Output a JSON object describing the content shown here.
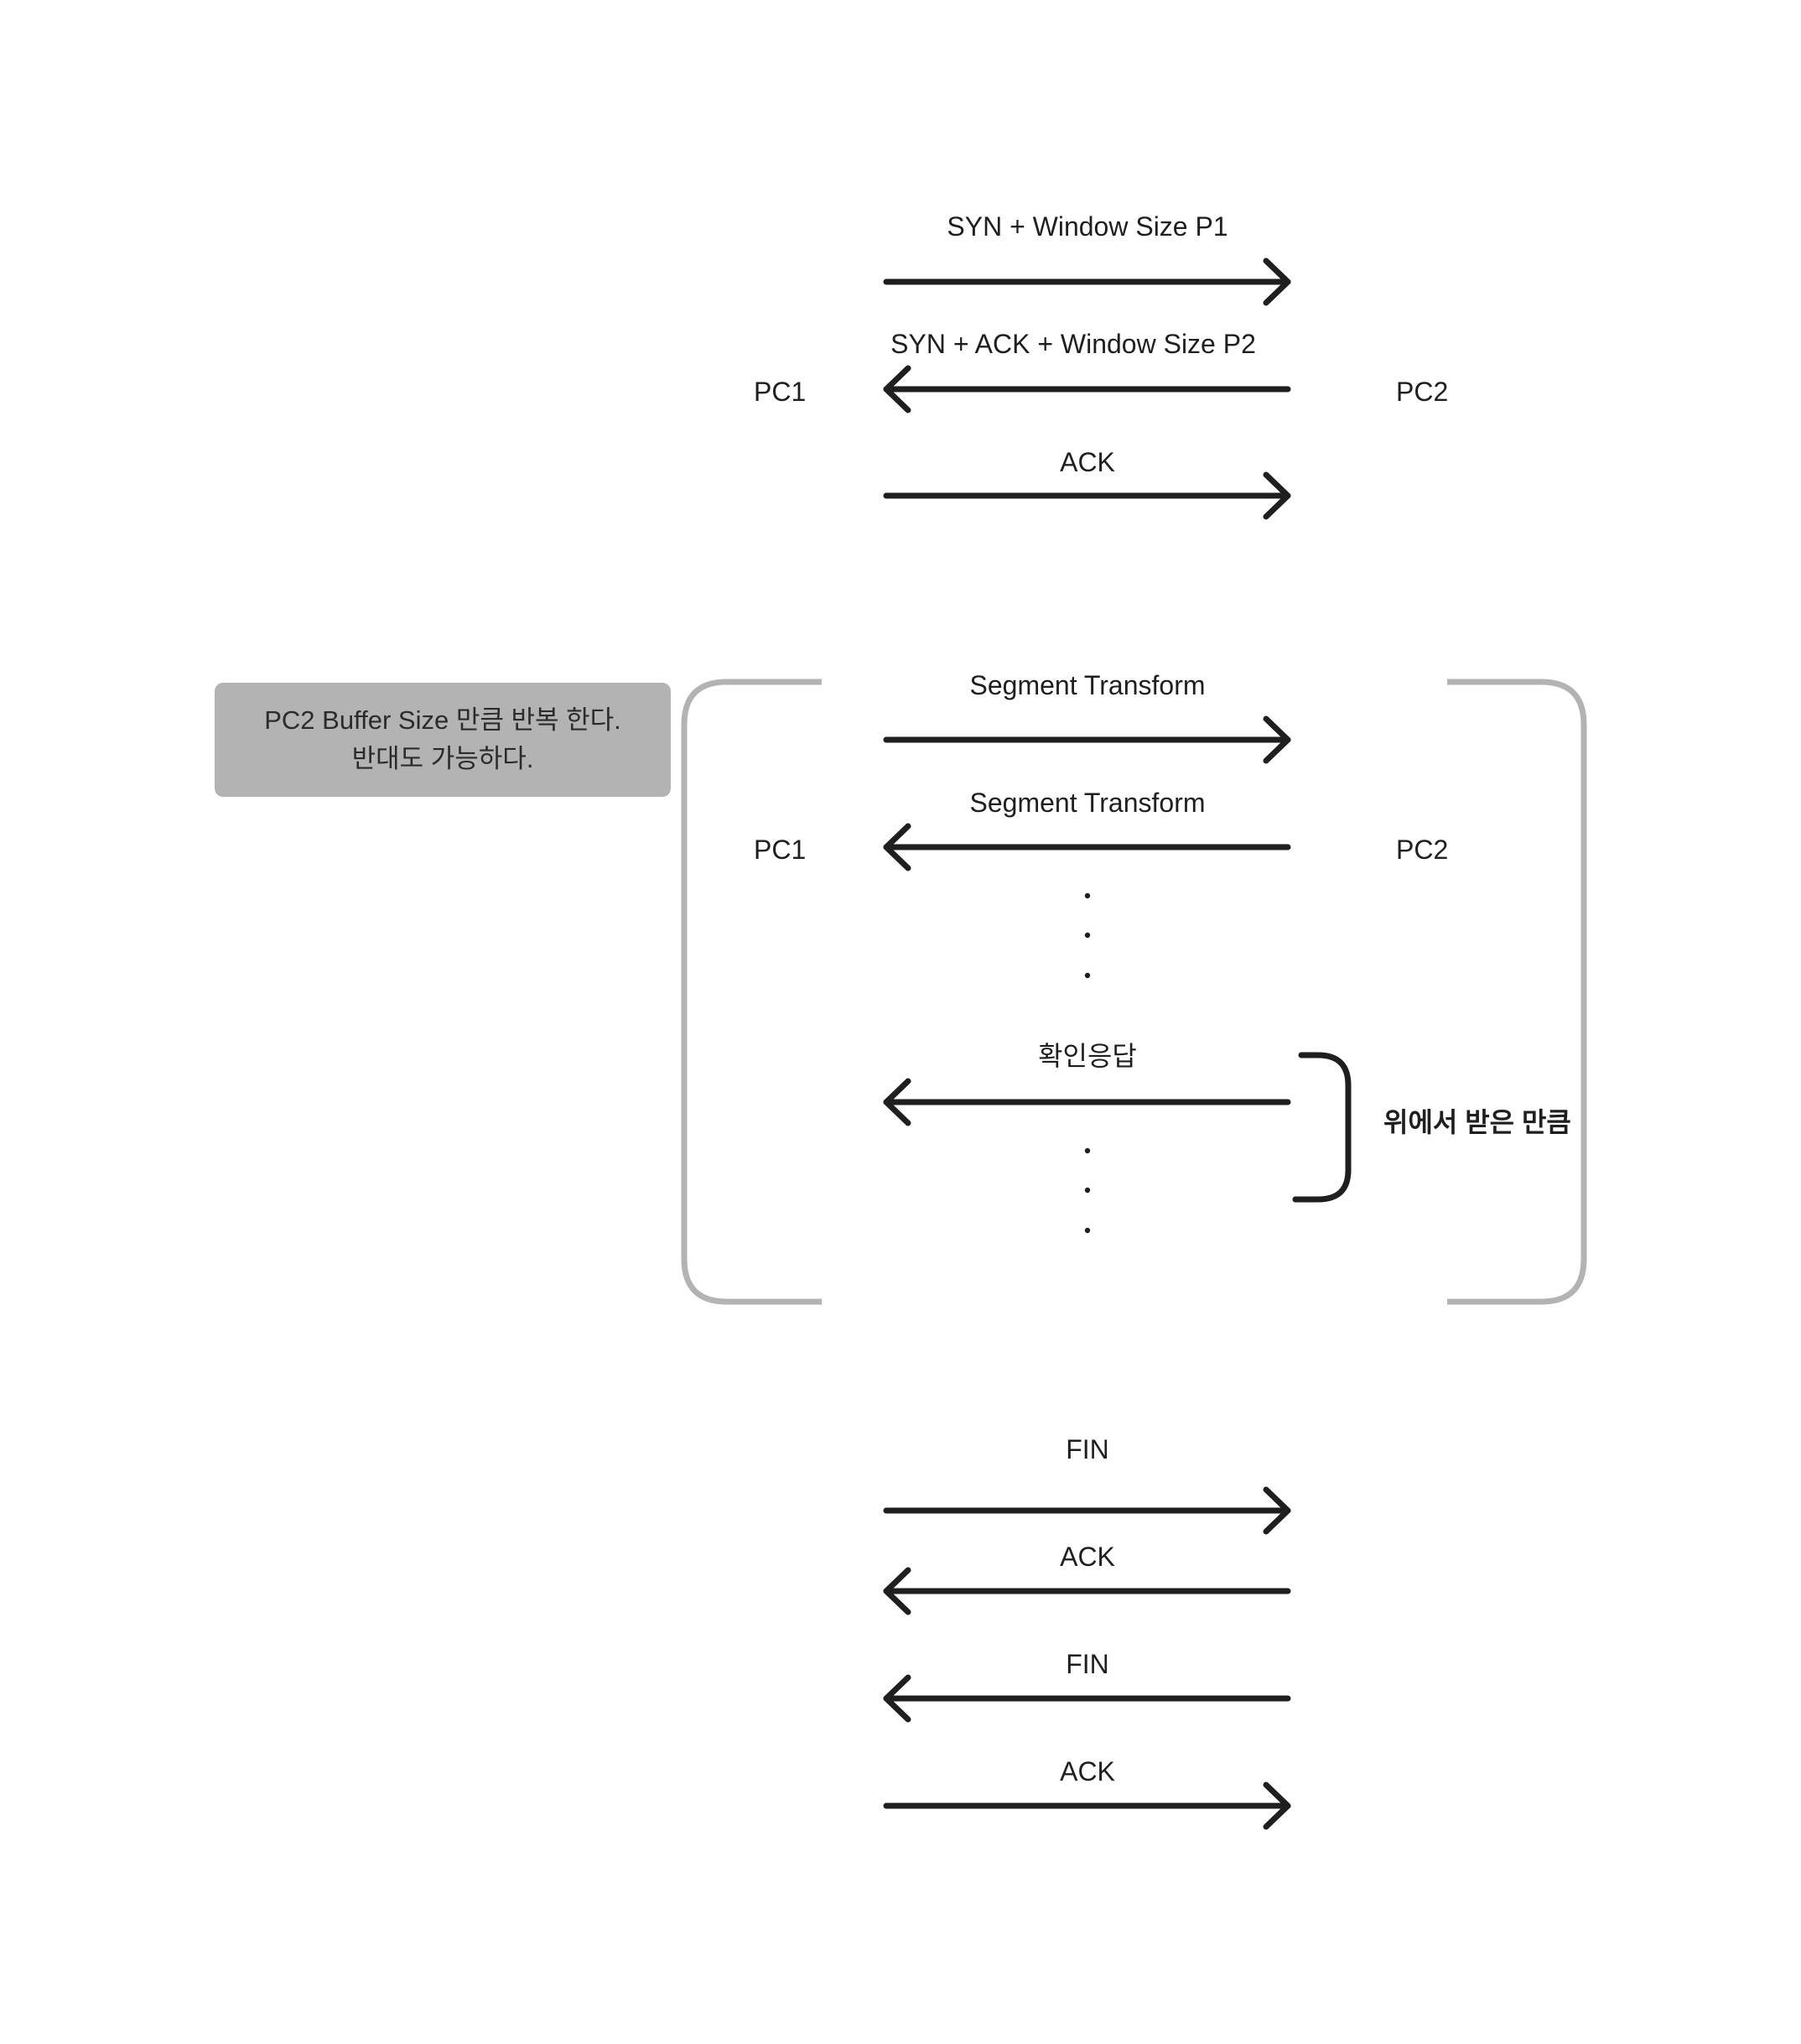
{
  "nodes": {
    "left": "PC1",
    "right": "PC2"
  },
  "handshake": {
    "messages": [
      {
        "label": "SYN + Window Size P1",
        "direction": "right"
      },
      {
        "label": "SYN + ACK + Window Size P2",
        "direction": "left"
      },
      {
        "label": "ACK",
        "direction": "right"
      }
    ]
  },
  "transfer": {
    "note_line1": "PC2 Buffer Size 만큼 반복 한다.",
    "note_line2": "반대도 가능하다.",
    "messages": [
      {
        "label": "Segment Transform",
        "direction": "right"
      },
      {
        "label": "Segment Transform",
        "direction": "left"
      },
      {
        "label": "확인응답",
        "direction": "left"
      }
    ],
    "brace_label": "위에서 받은 만큼"
  },
  "teardown": {
    "messages": [
      {
        "label": "FIN",
        "direction": "right"
      },
      {
        "label": "ACK",
        "direction": "left"
      },
      {
        "label": "FIN",
        "direction": "left"
      },
      {
        "label": "ACK",
        "direction": "right"
      }
    ]
  },
  "colors": {
    "arrow": "#1f1f1f",
    "bracket": "#b3b3b3",
    "note_bg": "#b3b3b3"
  }
}
